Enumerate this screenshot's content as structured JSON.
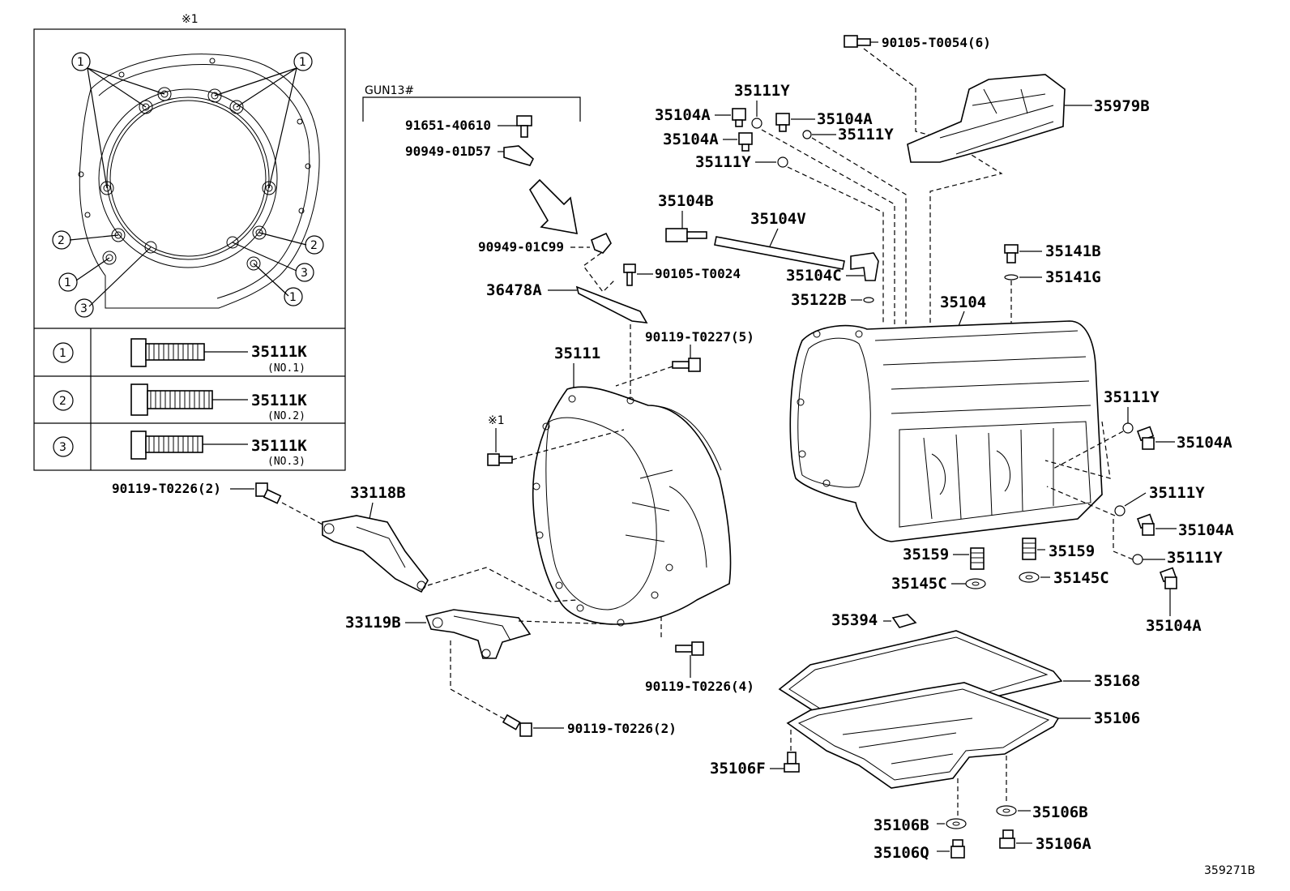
{
  "diagram_id": "359271B",
  "inset": {
    "marker": "※1",
    "callouts": [
      "1",
      "2",
      "3"
    ],
    "table": [
      {
        "key": "1",
        "part": "35111K",
        "note": "(NO.1)"
      },
      {
        "key": "2",
        "part": "35111K",
        "note": "(NO.2)"
      },
      {
        "key": "3",
        "part": "35111K",
        "note": "(NO.3)"
      }
    ]
  },
  "bracket_label": "GUN13#",
  "labels": {
    "p91651": "91651-40610",
    "p90949_01D57": "90949-01D57",
    "p90949_01C99": "90949-01C99",
    "p36478A": "36478A",
    "p90105_T0024": "90105-T0024",
    "p90119_T0227": "90119-T0227(5)",
    "p35111": "35111",
    "mark1": "※1",
    "p90119_T0226_a": "90119-T0226(2)",
    "p33118B": "33118B",
    "p33119B": "33119B",
    "p90119_T0226_b": "90119-T0226(4)",
    "p90119_T0226_c": "90119-T0226(2)",
    "p90105_T0054": "90105-T0054(6)",
    "p35979B": "35979B",
    "p35111Y_top": "35111Y",
    "p35104A_a": "35104A",
    "p35104A_b": "35104A",
    "p35104A_c": "35104A",
    "p35111Y_b": "35111Y",
    "p35111Y_c": "35111Y",
    "p35104B": "35104B",
    "p35104V": "35104V",
    "p35104C": "35104C",
    "p35122B": "35122B",
    "p35104": "35104",
    "p35141B": "35141B",
    "p35141G": "35141G",
    "p35111Y_r1": "35111Y",
    "p35104A_r1": "35104A",
    "p35111Y_r2": "35111Y",
    "p35104A_r2": "35104A",
    "p35111Y_r3": "35111Y",
    "p35104A_r3": "35104A",
    "p35159_a": "35159",
    "p35159_b": "35159",
    "p35145C_a": "35145C",
    "p35145C_b": "35145C",
    "p35394": "35394",
    "p35168": "35168",
    "p35106": "35106",
    "p35106F": "35106F",
    "p35106B_a": "35106B",
    "p35106B_b": "35106B",
    "p35106Q": "35106Q",
    "p35106A": "35106A"
  }
}
